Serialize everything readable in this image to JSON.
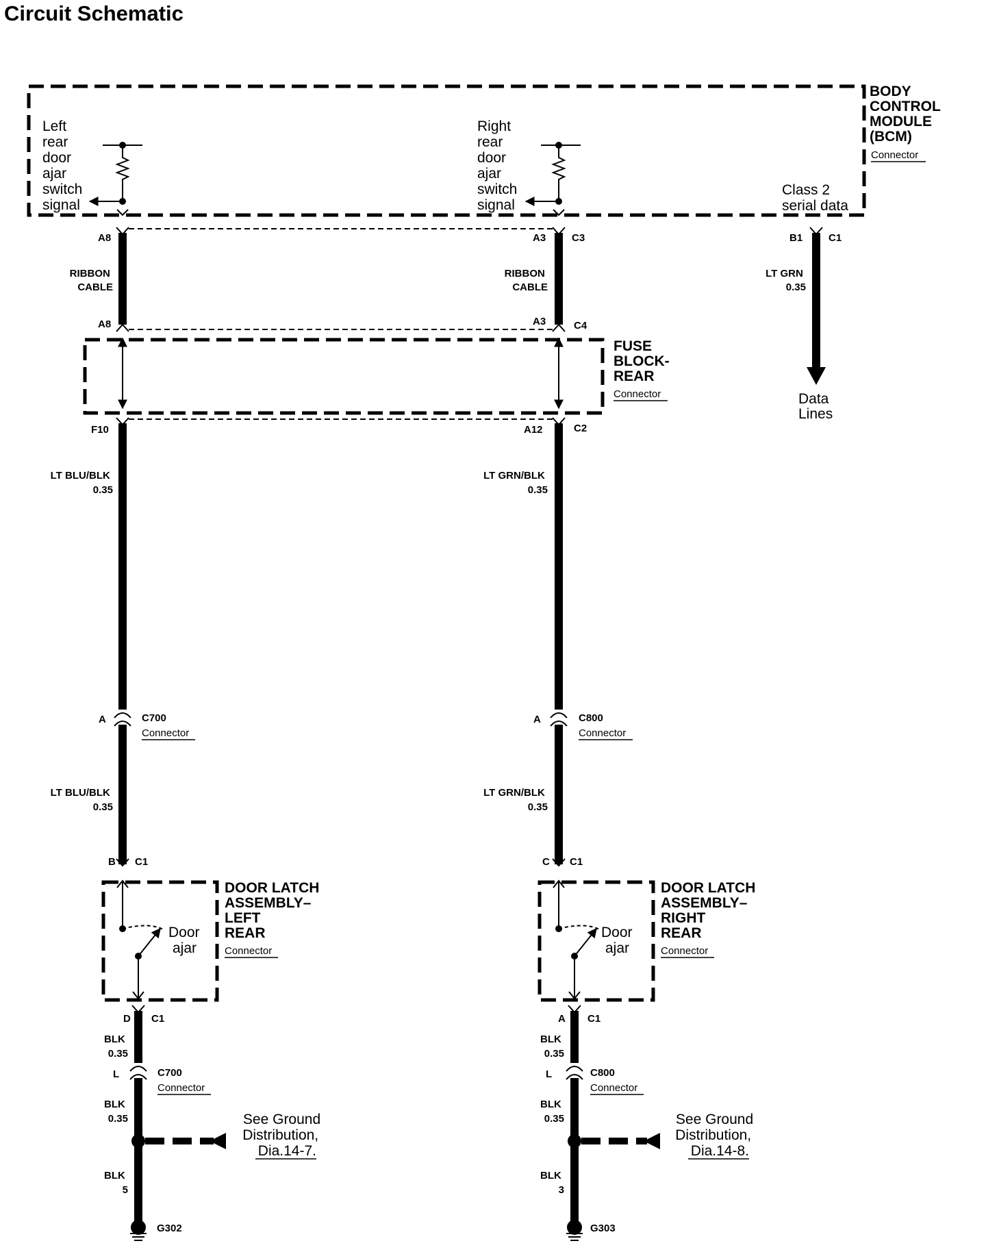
{
  "title": "Circuit Schematic",
  "bcm": {
    "name_lines": [
      "BODY",
      "CONTROL",
      "MODULE",
      "(BCM)"
    ],
    "connector_label": "Connector",
    "left_signal_lines": [
      "Left",
      "rear",
      "door",
      "ajar",
      "switch",
      "signal"
    ],
    "right_signal_lines": [
      "Right",
      "rear",
      "door",
      "ajar",
      "switch",
      "signal"
    ],
    "serial_lines": [
      "Class 2",
      "serial data"
    ]
  },
  "fuse_block": {
    "name_lines": [
      "FUSE",
      "BLOCK-",
      "REAR"
    ],
    "connector_label": "Connector"
  },
  "left_circuit": {
    "bcm_pin": "A8",
    "ribbon_lines": [
      "RIBBON",
      "CABLE"
    ],
    "fuse_in_pin": "A8",
    "fuse_out_pin": "F10",
    "wire1": [
      "LT BLU/BLK",
      "0.35"
    ],
    "inline_pin": "A",
    "inline_conn": "C700",
    "inline_conn_label": "Connector",
    "wire2": [
      "LT BLU/BLK",
      "0.35"
    ],
    "latch_in_pin": "B",
    "latch_conn": "C1",
    "latch_name_lines": [
      "DOOR LATCH",
      "ASSEMBLY–",
      "LEFT",
      "REAR"
    ],
    "latch_connector_label": "Connector",
    "switch_label_lines": [
      "Door",
      "ajar"
    ],
    "latch_out_pin": "D",
    "latch_out_conn": "C1",
    "wire3": [
      "BLK",
      "0.35"
    ],
    "ground_inline_pin": "L",
    "ground_inline_conn": "C700",
    "ground_inline_label": "Connector",
    "wire4": [
      "BLK",
      "0.35"
    ],
    "see_lines": [
      "See Ground",
      "Distribution,",
      "Dia.14-7."
    ],
    "wire5": [
      "BLK",
      "5"
    ],
    "ground": "G302"
  },
  "right_circuit": {
    "bcm_pin": "A3",
    "bcm_conn": "C3",
    "ribbon_lines": [
      "RIBBON",
      "CABLE"
    ],
    "fuse_in_pin": "A3",
    "fuse_in_conn": "C4",
    "fuse_out_pin": "A12",
    "fuse_out_conn": "C2",
    "wire1": [
      "LT GRN/BLK",
      "0.35"
    ],
    "inline_pin": "A",
    "inline_conn": "C800",
    "inline_conn_label": "Connector",
    "wire2": [
      "LT GRN/BLK",
      "0.35"
    ],
    "latch_in_pin": "C",
    "latch_conn": "C1",
    "latch_name_lines": [
      "DOOR LATCH",
      "ASSEMBLY–",
      "RIGHT",
      "REAR"
    ],
    "latch_connector_label": "Connector",
    "switch_label_lines": [
      "Door",
      "ajar"
    ],
    "latch_out_pin": "A",
    "latch_out_conn": "C1",
    "wire3": [
      "BLK",
      "0.35"
    ],
    "ground_inline_pin": "L",
    "ground_inline_conn": "C800",
    "ground_inline_label": "Connector",
    "wire4": [
      "BLK",
      "0.35"
    ],
    "see_lines": [
      "See Ground",
      "Distribution,",
      "Dia.14-8."
    ],
    "wire5": [
      "BLK",
      "3"
    ],
    "ground": "G303"
  },
  "data_circuit": {
    "pin": "B1",
    "conn": "C1",
    "wire": [
      "LT GRN",
      "0.35"
    ],
    "dest_lines": [
      "Data",
      "Lines"
    ]
  }
}
